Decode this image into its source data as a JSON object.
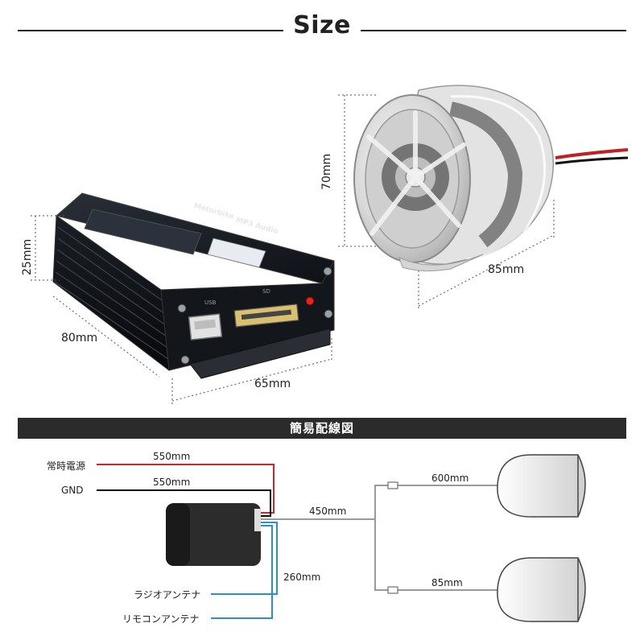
{
  "header": {
    "title": "Size"
  },
  "dimensions": {
    "speaker_height": "70mm",
    "speaker_depth": "85mm",
    "box_height": "25mm",
    "box_length": "80mm",
    "box_width": "65mm"
  },
  "device_labels": {
    "brand": "Motorbike",
    "product": "MP3 Audio",
    "usb_label": "USB",
    "sd_label": "SD"
  },
  "wiring": {
    "section_title": "簡易配線図",
    "power_label": "常時電源",
    "power_length": "550mm",
    "gnd_label": "GND",
    "gnd_length": "550mm",
    "speaker_main_length": "450mm",
    "speaker_top_length": "600mm",
    "speaker_bottom_length": "85mm",
    "antenna_length": "260mm",
    "radio_antenna_label": "ラジオアンテナ",
    "remote_antenna_label": "リモコンアンテナ"
  },
  "colors": {
    "power_wire": "#d0242b",
    "gnd_wire": "#111111",
    "antenna_wire": "#2d8fc9",
    "speaker_wire": "#9a9a9a",
    "band_bg": "#2b2b2b"
  }
}
